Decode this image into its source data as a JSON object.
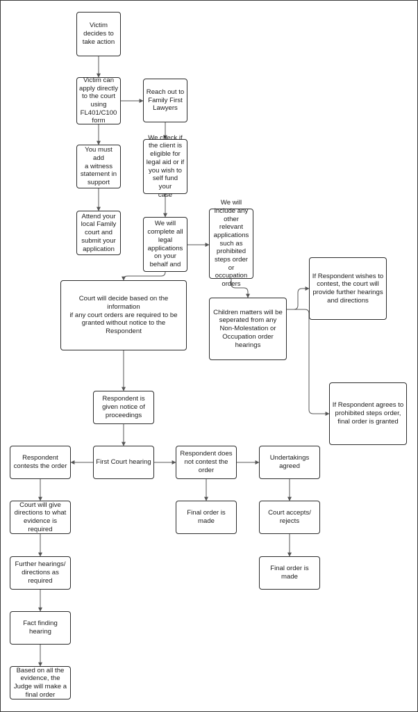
{
  "diagram": {
    "colors": {
      "border": "#2b2b2b",
      "line": "#555555",
      "text": "#1a1a1a",
      "background": "#ffffff"
    },
    "nodes": {
      "victim_decides": "Victim\ndecides to\ntake action",
      "apply_directly": "Victim can\napply directly\nto the court\nusing\nFL401/C100\nform",
      "reach_out": "Reach out to\nFamily First\nLawyers",
      "witness_statement": "You must add\na witness\nstatement in\nsupport",
      "check_eligible": "We check if\nthe client is\neligible for\nlegal aid or if\nyou wish to\nself fund your\ncase",
      "attend_court": "Attend your\nlocal Family\ncourt and\nsubmit your\napplication",
      "complete_apps": "We will\ncomplete all\nlegal\napplications\non your\nbehalf and",
      "include_apps": "We will\ninclude any\nother relevant\napplications\nsuch as\nprohibited\nsteps order or\noccupation\norders",
      "court_decide": "Court will decide based on the information\nif any court orders are required to be\ngranted without notice to the Respondent",
      "children_matters": "Children matters will be\nseperated from any\nNon-Molestation or\nOccupation order\nhearings",
      "respondent_contest_further": "If Respondent wishes to\ncontest, the court will\nprovide further hearings\nand directions",
      "respondent_agrees": "If Respondent agrees to\nprohibited steps order,\nfinal order is granted",
      "notice": "Respondent is\ngiven notice of\nproceedings",
      "first_hearing": "First Court hearing",
      "contests_order": "Respondent\ncontests the order",
      "not_contest": "Respondent does\nnot contest the\norder",
      "undertakings": "Undertakings\nagreed",
      "directions": "Court will give\ndirections to what\nevidence is\nrequired",
      "final_order_1": "Final order is made",
      "accepts_rejects": "Court accepts/\nrejects",
      "further_hearings": "Further hearings/\ndirections as\nrequired",
      "final_order_2": "Final order is made",
      "fact_finding": "Fact finding\nhearing",
      "judge_final": "Based on all the\nevidence, the\nJudge will make a\nfinal order"
    }
  }
}
